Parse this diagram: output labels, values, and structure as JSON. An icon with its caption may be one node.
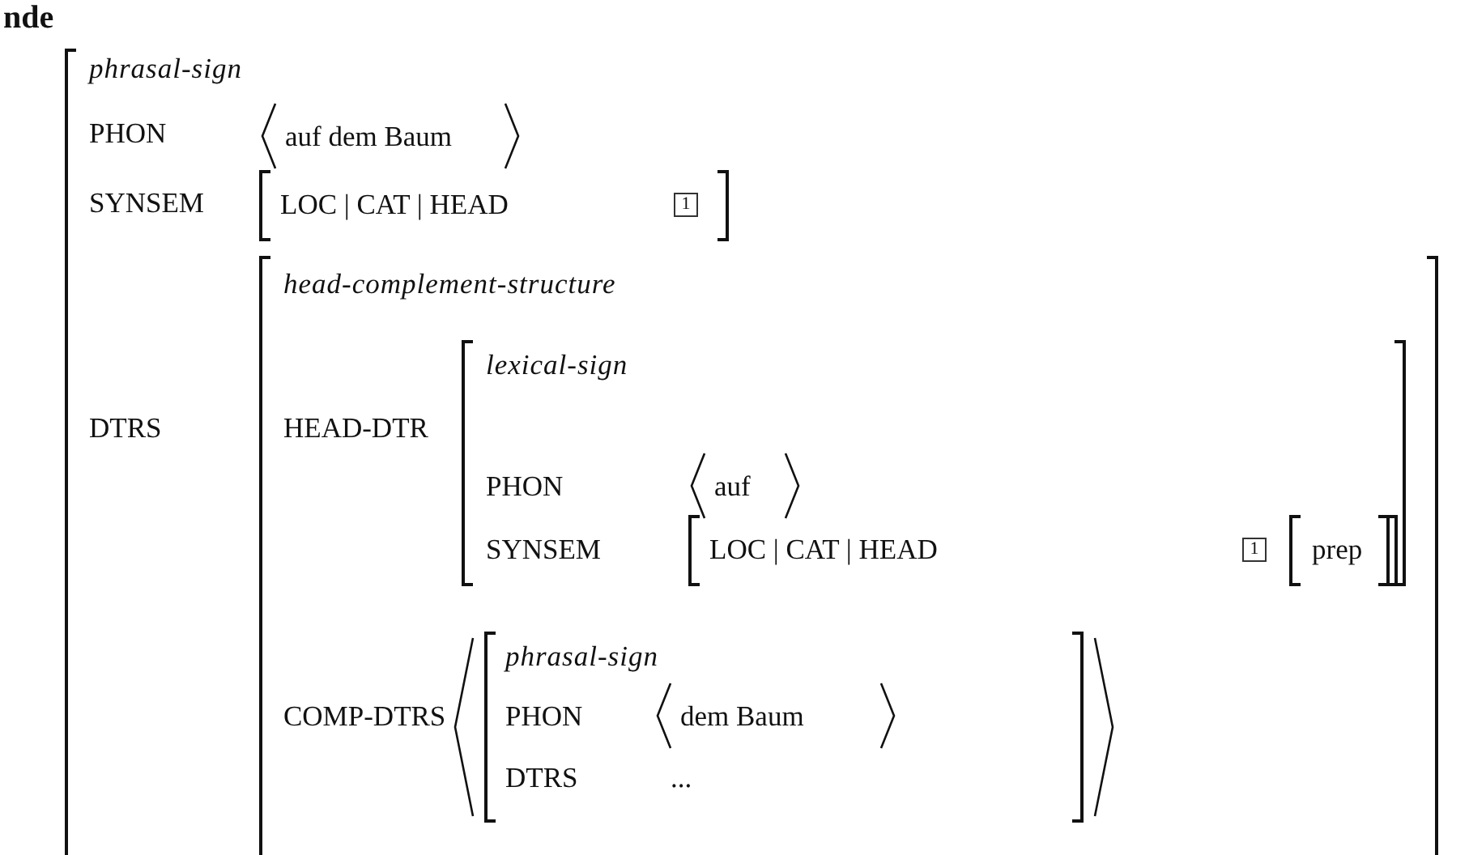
{
  "diagram": {
    "nodes": [
      {
        "text": [
          "phrasal-sign",
          "PHON",
          "SYNSEM",
          "DTRS"
        ]
      },
      {
        "text": [
          "auf dem Baum"
        ],
        "in": 0
      },
      {
        "text": [
          "LOC | CAT | HEAD"
        ],
        "in": 0
      },
      {
        "text": [
          "1"
        ],
        "in": 2
      },
      {
        "text": [
          "head-complement-structure",
          "HEAD-DTR",
          "COMP-DTRS"
        ],
        "in": 0
      },
      {
        "text": [
          "lexical-sign",
          "PHON",
          "SYNSEM"
        ],
        "in": 4
      },
      {
        "text": [
          "auf"
        ],
        "in": 5
      },
      {
        "text": [
          "LOC | CAT | HEAD"
        ],
        "in": 5
      },
      {
        "text": [
          "1"
        ],
        "in": 7
      },
      {
        "text": [
          "prep"
        ],
        "in": 7
      },
      {
        "text": [
          "phrasal-sign",
          "PHON",
          "DTRS",
          "..."
        ],
        "in": 4
      },
      {
        "text": [
          "dem Baum"
        ],
        "in": 10
      }
    ],
    "edges": [],
    "labels": [
      "nde"
    ]
  }
}
